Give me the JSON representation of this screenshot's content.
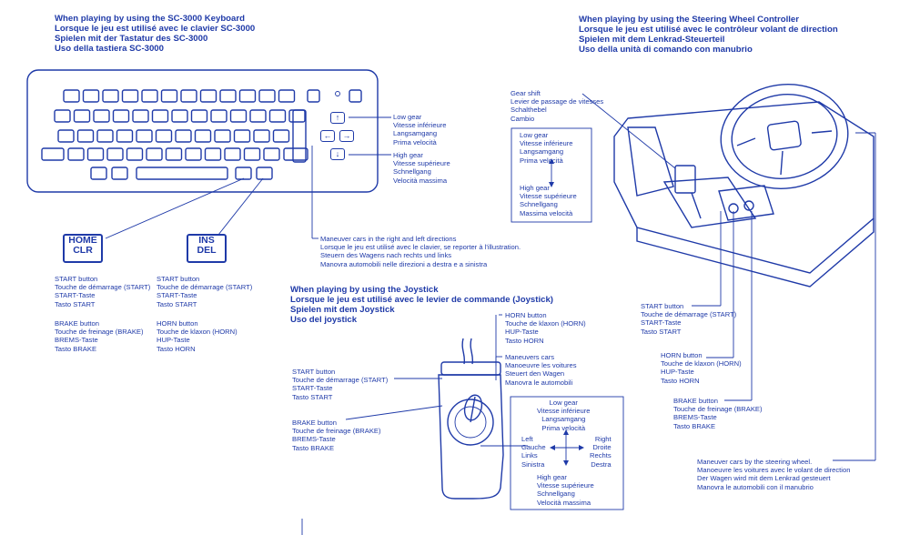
{
  "keyboard_heading": [
    "When playing by using the SC-3000 Keyboard",
    "Lorsque le jeu est utilisé avec le clavier SC-3000",
    "Spielen mit der Tastatur des SC-3000",
    "Uso della tastiera SC-3000"
  ],
  "wheel_heading": [
    "When playing by using the Steering Wheel Controller",
    "Lorsque le jeu est utilisé avec le contrôleur volant de direction",
    "Spielen mit dem Lenkrad-Steuerteil",
    "Uso della unità di comando con manubrio"
  ],
  "joystick_heading": [
    "When playing by using the Joystick",
    "Lorsque le jeu est utilisé avec le levier de commande (Joystick)",
    "Spielen mit dem Joystick",
    "Uso del joystick"
  ],
  "keys": {
    "home_clr": [
      "HOME",
      "CLR"
    ],
    "ins_del": [
      "INS",
      "DEL"
    ],
    "arrow_up": "↑",
    "arrow_left": "←",
    "arrow_right": "→",
    "arrow_down": "↓"
  },
  "keyboard_labels": {
    "low_gear": [
      "Low gear",
      "Vitesse inférieure",
      "Langsamgang",
      "Prima velocità"
    ],
    "high_gear": [
      "High gear",
      "Vitesse supérieure",
      "Schnellgang",
      "Velocità massima"
    ],
    "maneuver": [
      "Maneuver cars in the right and left directions",
      "Lorsque le jeu est utilisé avec le clavier, se reporter à l'illustration.",
      "Steuern des Wagens nach rechts und links",
      "Manovra automobili nelle direzioni a destra e a sinistra"
    ],
    "start_left": [
      "START button",
      "Touche de démarrage (START)",
      "START-Taste",
      "Tasto START"
    ],
    "brake_left": [
      "BRAKE button",
      "Touche de freinage (BRAKE)",
      "BREMS-Taste",
      "Tasto BRAKE"
    ],
    "start_right": [
      "START button",
      "Touche de démarrage (START)",
      "START-Taste",
      "Tasto START"
    ],
    "horn_right": [
      "HORN button",
      "Touche de klaxon (HORN)",
      "HUP-Taste",
      "Tasto HORN"
    ]
  },
  "joystick_labels": {
    "horn": [
      "HORN button",
      "Touche de klaxon (HORN)",
      "HUP-Taste",
      "Tasto HORN"
    ],
    "maneuvers": [
      "Maneuvers cars",
      "Manoeuvre les voitures",
      "Steuert den Wagen",
      "Manovra le automobili"
    ],
    "start": [
      "START button",
      "Touche de démarrage (START)",
      "START-Taste",
      "Tasto START"
    ],
    "brake": [
      "BRAKE button",
      "Touche de freinage (BRAKE)",
      "BREMS-Taste",
      "Tasto BRAKE"
    ],
    "low_gear": [
      "Low gear",
      "Vitesse inférieure",
      "Langsamgang",
      "Prima velocità"
    ],
    "left": [
      "Left",
      "Gauche",
      "Links",
      "Sinistra"
    ],
    "right": [
      "Right",
      "Droite",
      "Rechts",
      "Destra"
    ],
    "high_gear": [
      "High gear",
      "Vitesse supérieure",
      "Schnellgang",
      "Velocità massima"
    ]
  },
  "wheel_labels": {
    "gear_shift": [
      "Gear shift",
      "Levier de passage de vitesses",
      "Schalthebel",
      "Cambio"
    ],
    "low_gear": [
      "Low gear",
      "Vitesse inférieure",
      "Langsamgang",
      "Prima velocità"
    ],
    "high_gear": [
      "High gear",
      "Vitesse supérieure",
      "Schnellgang",
      "Massima velocità"
    ],
    "start": [
      "START button",
      "Touche de démarrage (START)",
      "START-Taste",
      "Tasto START"
    ],
    "horn": [
      "HORN button",
      "Touche de klaxon (HORN)",
      "HUP-Taste",
      "Tasto HORN"
    ],
    "brake": [
      "BRAKE button",
      "Touche de freinage (BRAKE)",
      "BREMS-Taste",
      "Tasto BRAKE"
    ],
    "steer": [
      "Maneuver cars by the steering wheel.",
      "Manoeuvre les voitures avec le volant de direction",
      "Der Wagen wird mit dem Lenkrad gesteuert",
      "Manovra le automobili con il manubrio"
    ]
  },
  "colors": {
    "ink": "#1f3aa8",
    "paper": "#ffffff"
  }
}
